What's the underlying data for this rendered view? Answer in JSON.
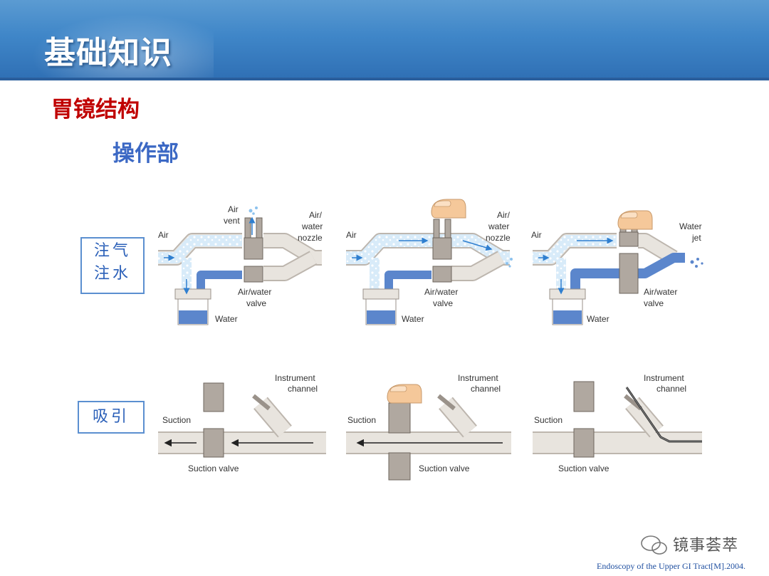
{
  "header": {
    "title": "基础知识"
  },
  "section_title": "胃镜结构",
  "subsection_title": "操作部",
  "side_labels": {
    "airwater_line1": "注气",
    "airwater_line2": "注水",
    "suction": "吸引"
  },
  "panels_top": [
    {
      "air": "Air",
      "vent_line1": "Air",
      "vent_line2": "vent",
      "nozzle_line1": "Air/",
      "nozzle_line2": "water",
      "nozzle_line3": "nozzle",
      "valve_line1": "Air/water",
      "valve_line2": "valve",
      "water": "Water"
    },
    {
      "air": "Air",
      "nozzle_line1": "Air/",
      "nozzle_line2": "water",
      "nozzle_line3": "nozzle",
      "valve_line1": "Air/water",
      "valve_line2": "valve",
      "water": "Water"
    },
    {
      "air": "Air",
      "jet_line1": "Water",
      "jet_line2": "jet",
      "valve_line1": "Air/water",
      "valve_line2": "valve",
      "water": "Water"
    }
  ],
  "panels_bottom": [
    {
      "suction": "Suction",
      "inst_line1": "Instrument",
      "inst_line2": "channel",
      "valve": "Suction valve"
    },
    {
      "suction": "Suction",
      "inst_line1": "Instrument",
      "inst_line2": "channel",
      "valve": "Suction valve"
    },
    {
      "suction": "Suction",
      "inst_line1": "Instrument",
      "inst_line2": "channel",
      "valve": "Suction valve"
    }
  ],
  "watermark": "镜事荟萃",
  "credit": "Endoscopy of the Upper GI Tract[M].2004.",
  "colors": {
    "banner": "#3f86c8",
    "section": "#c00000",
    "subsection": "#3b68c4",
    "air": "#d6e9f8",
    "water": "#5b86cc",
    "tube": "#e6e2dc",
    "valve": "#b0a8a0"
  }
}
